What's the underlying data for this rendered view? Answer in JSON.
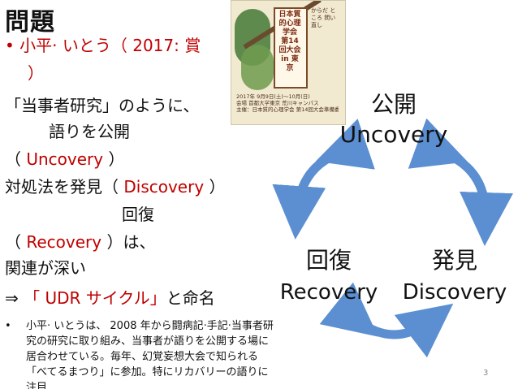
{
  "slide": {
    "title": "問題",
    "lines": [
      {
        "id": "l1",
        "parts": [
          {
            "t": "• 小平· いとう（ 2017: 賞",
            "red": true
          }
        ]
      },
      {
        "id": "l2",
        "parts": [
          {
            "t": "）",
            "red": true
          }
        ]
      },
      {
        "id": "l3",
        "parts": [
          {
            "t": "「当事者研究」のように、",
            "red": false
          }
        ]
      },
      {
        "id": "l4",
        "parts": [
          {
            "t": "語りを公開",
            "red": false
          }
        ]
      },
      {
        "id": "l5",
        "parts": [
          {
            "t": "（ ",
            "red": false
          },
          {
            "t": "Uncovery",
            "red": true
          },
          {
            "t": " ）",
            "red": false
          }
        ]
      },
      {
        "id": "l6",
        "parts": [
          {
            "t": "対処法を発見（ ",
            "red": false
          },
          {
            "t": "Discovery",
            "red": true
          },
          {
            "t": " ）",
            "red": false
          }
        ]
      },
      {
        "id": "l7",
        "parts": [
          {
            "t": "回復",
            "red": false
          }
        ]
      },
      {
        "id": "l8",
        "parts": [
          {
            "t": "（ ",
            "red": false
          },
          {
            "t": "Recovery",
            "red": true
          },
          {
            "t": " ）は、",
            "red": false
          }
        ]
      },
      {
        "id": "l9",
        "parts": [
          {
            "t": "関連が深い",
            "red": false
          }
        ]
      },
      {
        "id": "l10",
        "parts": [
          {
            "t": "⇒ ",
            "red": false
          },
          {
            "t": "「 UDR サイクル」",
            "red": true
          },
          {
            "t": "と命名",
            "red": false
          }
        ]
      }
    ],
    "bullet_small": "小平· いとうは、 2008 年から闘病記·手記·当事者研究の研究に取り組み、当事者が語りを公開する場に居合わせている。毎年、幻覚妄想大会で知られる「べてるまつり」に参加。特にリカバリーの語りに注目",
    "page_number": "3"
  },
  "poster": {
    "vertical_title": "日本質的心理学会 第14回大会 in 東京",
    "side_text": "からだ ところ 問い直し",
    "info_lines": [
      "2017年 9月9日(土)～10月(日)",
      "会場 首都大学東京 荒川キャンパス",
      "主催：日本質的心理学会 第14回大会準備委員会"
    ]
  },
  "cycle": {
    "uncovery_jp": "公開",
    "uncovery_en": "Uncovery",
    "recovery_jp": "回復",
    "recovery_en": "Recovery",
    "discovery_jp": "発見",
    "discovery_en": "Discovery",
    "arrow_color": "#5b8fd1"
  }
}
